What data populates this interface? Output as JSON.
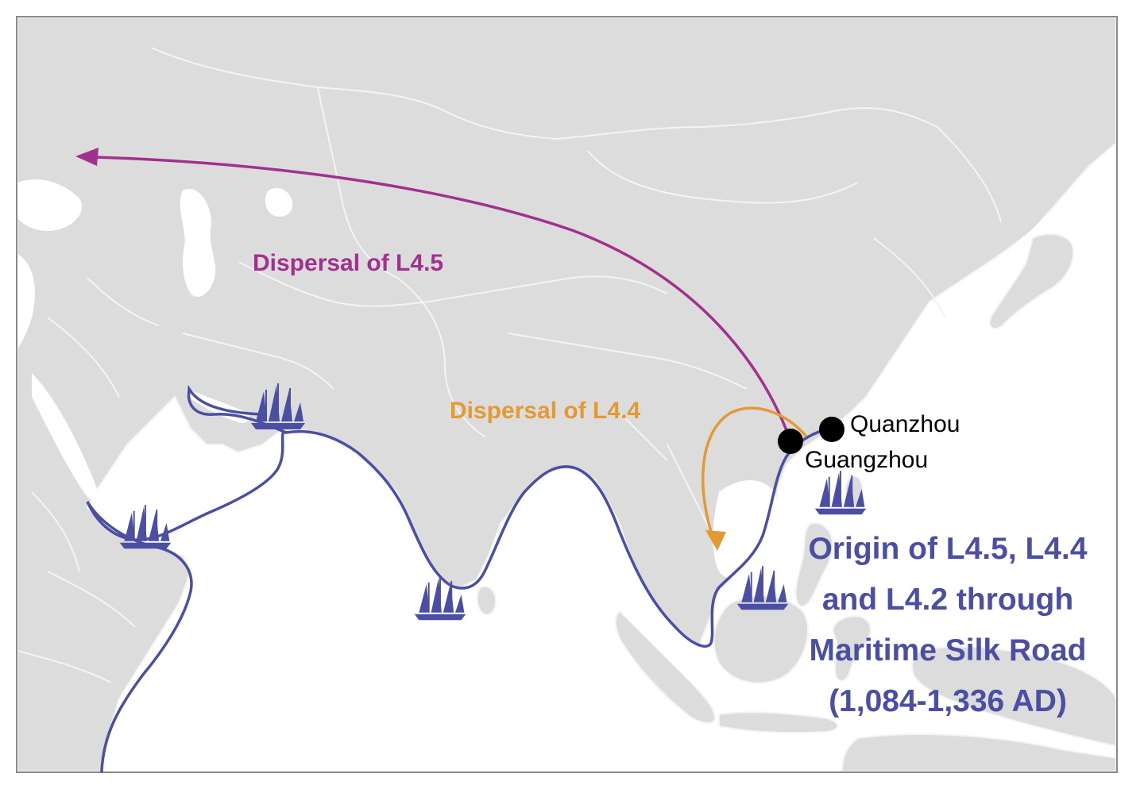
{
  "labels": {
    "dispersal_l45": "Dispersal of L4.5",
    "dispersal_l44": "Dispersal of L4.4",
    "quanzhou": "Quanzhou",
    "guangzhou": "Guangzhou",
    "origin": [
      "Origin of L4.5, L4.4",
      "and L4.2 through",
      "Maritime Silk Road",
      "(1,084-1,336 AD)"
    ]
  },
  "colors": {
    "land": "#dcdcdc",
    "border": "#f4f4f4",
    "sea": "#ffffff",
    "frame": "#8a8a8a",
    "route_l45": "#a2308f",
    "route_l44": "#e39a35",
    "maritime": "#4a4fa3",
    "city_dot": "#000000"
  },
  "icons": {
    "ship": "sailing-ship-icon",
    "city": "city-dot-icon"
  }
}
